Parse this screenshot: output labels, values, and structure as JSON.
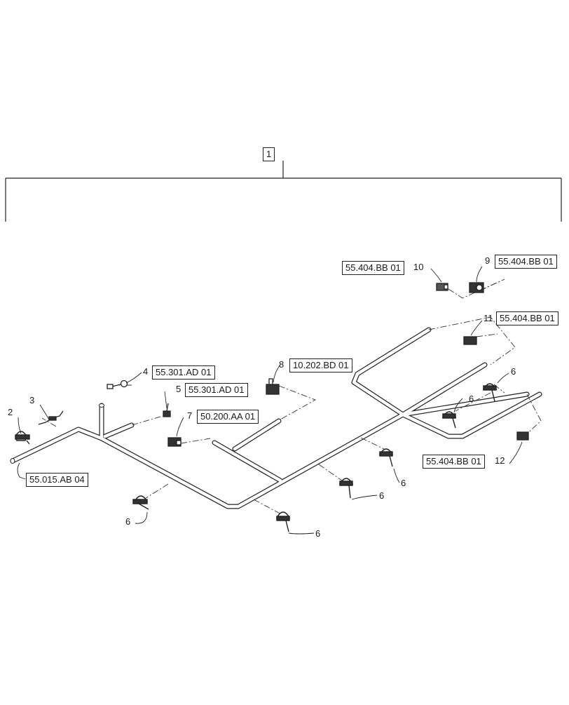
{
  "assembly": {
    "label": "1"
  },
  "callouts": {
    "item2": "2",
    "item3": "3",
    "item4": "4",
    "item5": "5",
    "item6": "6",
    "item7": "7",
    "item8": "8",
    "item9": "9",
    "item10": "10",
    "item11": "11",
    "item12": "12"
  },
  "references": {
    "harness": "55.015.AB 04",
    "item4": "55.301.AD 01",
    "item5": "55.301.AD 01",
    "item7": "50.200.AA 01",
    "item8": "10.202.BD 01",
    "item9": "55.404.BB 01",
    "item10": "55.404.BB 01",
    "item11": "55.404.BB 01",
    "item12": "55.404.BB 01"
  }
}
